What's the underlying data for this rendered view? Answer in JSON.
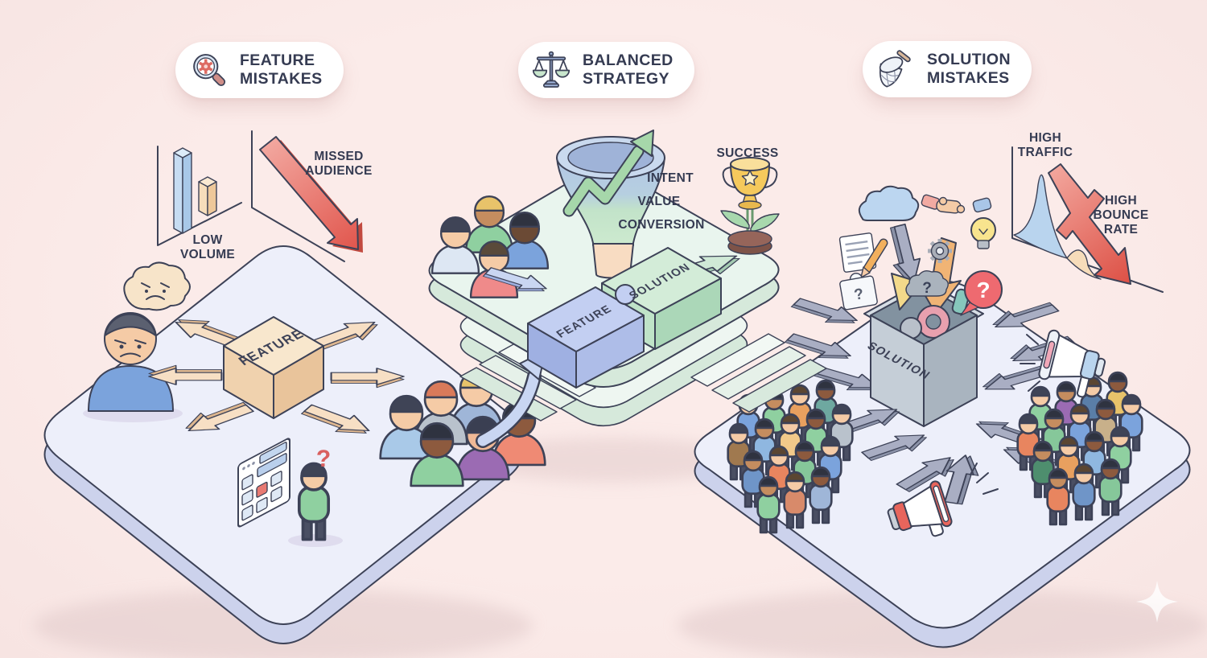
{
  "badges": {
    "feature": {
      "line1": "FEATURE",
      "line2": "MISTAKES",
      "icon": "magnifier-gear-icon"
    },
    "balanced": {
      "line1": "BALANCED",
      "line2": "STRATEGY",
      "icon": "balance-scale-icon"
    },
    "solution": {
      "line1": "SOLUTION",
      "line2": "MISTAKES",
      "icon": "butterfly-net-icon"
    }
  },
  "left_section": {
    "bar_chart_label": {
      "line1": "LOW",
      "line2": "VOLUME"
    },
    "missed_arrow_label": {
      "line1": "MISSED",
      "line2": "AUDIENCE"
    },
    "feature_box_label": "FEATURE",
    "question_mark": "?"
  },
  "center_section": {
    "funnel_steps": {
      "intent": "INTENT",
      "value": "VALUE",
      "conversion": "CONVERSION"
    },
    "success_label": "SUCCESS",
    "puzzle": {
      "feature": "FEATURE",
      "solution": "SOLUTION"
    }
  },
  "right_section": {
    "traffic_label": {
      "line1": "HIGH",
      "line2": "TRAFFIC"
    },
    "bounce_label": {
      "line1": "HIGH",
      "line2": "BOUNCE",
      "line3": "RATE"
    },
    "solution_box_label": "SOLUTION",
    "question_bubble": "?",
    "cloud_question": "?",
    "puzzle_question": "?"
  },
  "colors": {
    "background": "#faeae8",
    "ink": "#3d4257",
    "platform_lavender": "#edeffa",
    "platform_mint": "#e9f5ee",
    "accent_red": "#e2574f",
    "accent_green": "#a6d7aa",
    "accent_blue": "#b9cde8",
    "accent_tan": "#f7dfc4",
    "arrow_grey": "#a9aec3"
  }
}
